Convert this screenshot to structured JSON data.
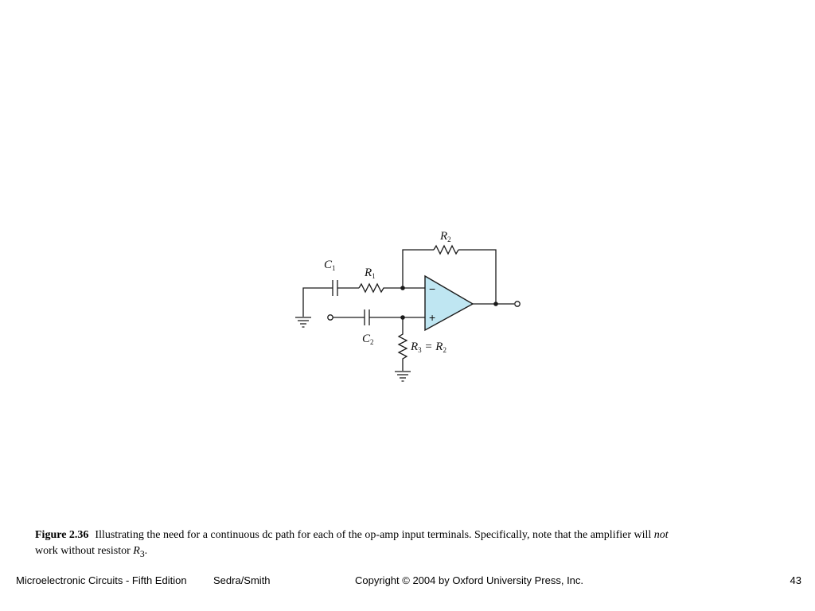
{
  "figure": {
    "labels": {
      "r2": "R",
      "r2_sub": "2",
      "c1": "C",
      "c1_sub": "1",
      "r1": "R",
      "r1_sub": "1",
      "c2": "C",
      "c2_sub": "2",
      "r3": "R",
      "r3_sub": "3",
      "r3_eq": " = R",
      "r3_eq_sub": "2",
      "minus": "−",
      "plus": "+"
    },
    "colors": {
      "opamp_fill": "#bfe6f2",
      "wire": "#1a1a1a"
    }
  },
  "caption": {
    "figure_number": "Figure 2.36",
    "text_1": "Illustrating the need for a continuous dc path for each of the op-amp input terminals. Specifically, note that the amplifier will ",
    "text_italic": "not",
    "text_2": " work without resistor ",
    "r": "R",
    "r_sub": "3",
    "end": "."
  },
  "footer": {
    "book": "Microelectronic Circuits - Fifth Edition",
    "authors": "Sedra/Smith",
    "copyright": "Copyright © 2004 by Oxford University Press, Inc.",
    "page": "43"
  }
}
